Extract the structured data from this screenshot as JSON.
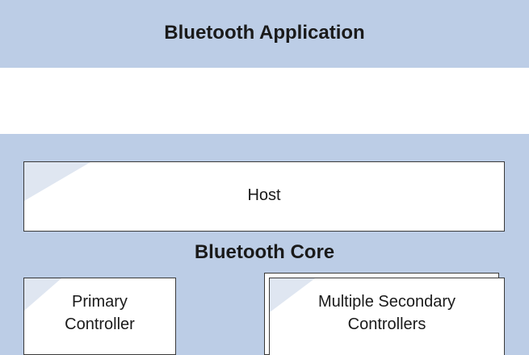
{
  "colors": {
    "band": "#bccde6",
    "box_border": "#3a3a3a",
    "text": "#1a1a1a"
  },
  "application": {
    "title": "Bluetooth Application"
  },
  "core": {
    "title": "Bluetooth Core",
    "host": {
      "label": "Host"
    },
    "primary_controller": {
      "lines": [
        "Primary",
        "Controller"
      ]
    },
    "secondary_controllers": {
      "lines": [
        "Multiple Secondary",
        "Controllers"
      ]
    }
  }
}
